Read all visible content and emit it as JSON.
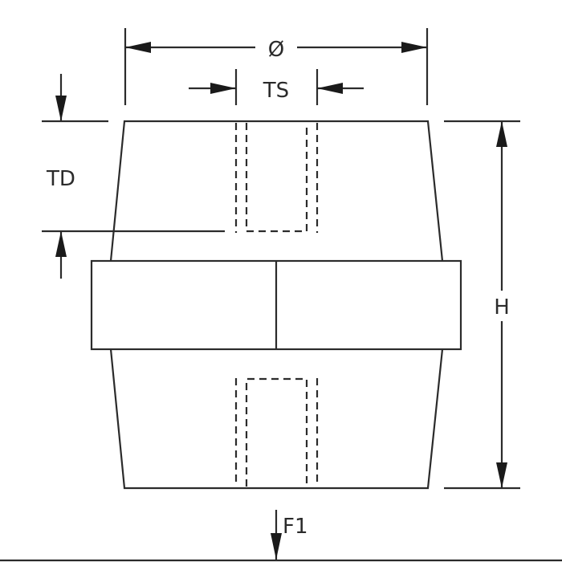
{
  "diagram": {
    "type": "technical-drawing",
    "subject": "standoff insulator dimension drawing",
    "labels": {
      "diameter": "Ø",
      "thread_size": "TS",
      "thread_depth": "TD",
      "height": "H",
      "force": "F1"
    },
    "colors": {
      "line": "#2b2b2b",
      "background": "#ffffff"
    }
  }
}
